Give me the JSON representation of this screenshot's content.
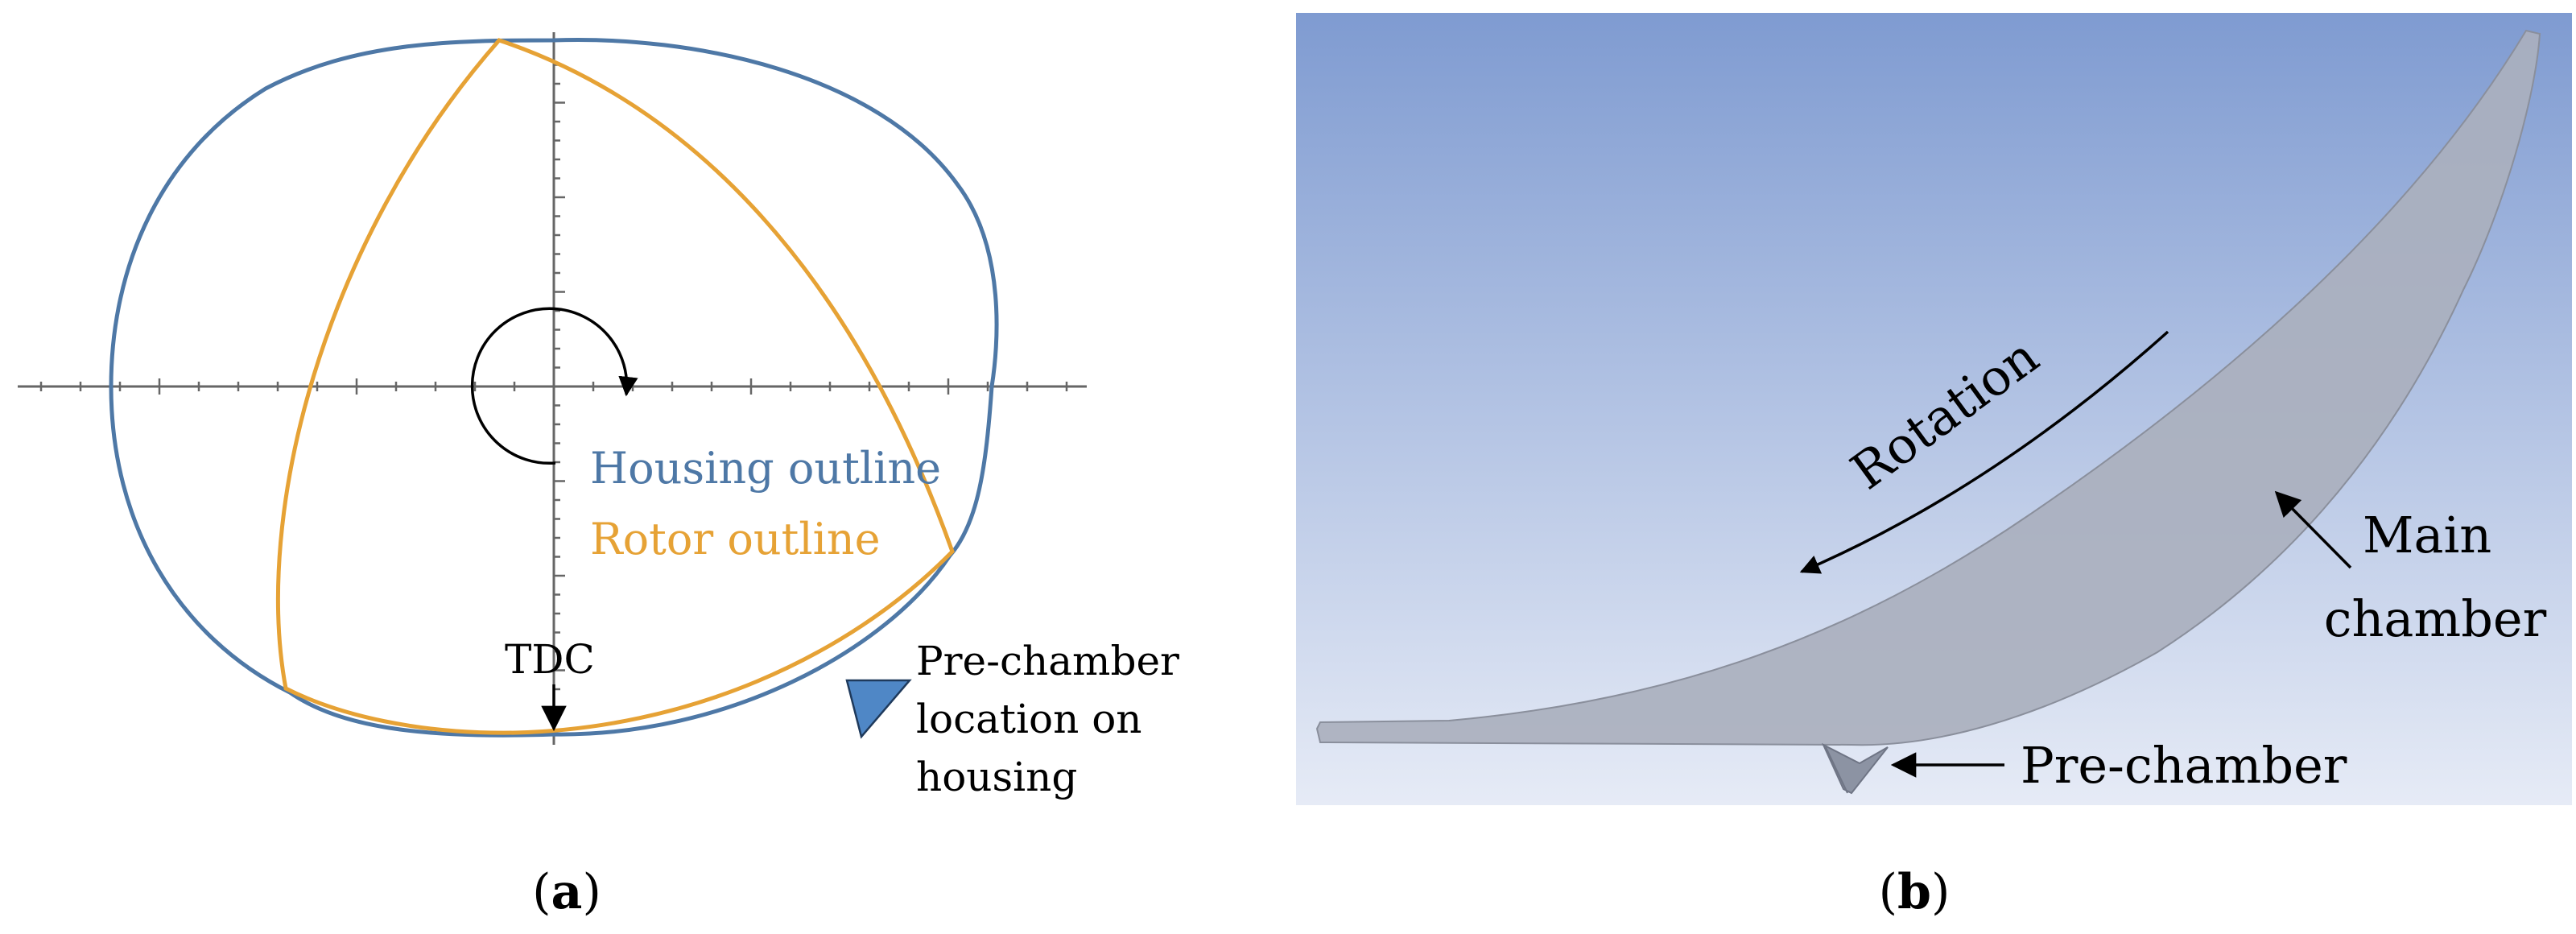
{
  "panel_a": {
    "legend": {
      "housing_label": "Housing outline",
      "rotor_label": "Rotor outline",
      "housing_color": "#4e78a6",
      "rotor_color": "#e6a235"
    },
    "tdc_label": "TDC",
    "prechamber_marker_color": "#4f87c6",
    "prechamber_label_lines": [
      "Pre-chamber",
      "location on",
      "housing"
    ],
    "caption_open": "(",
    "caption_letter": "a",
    "caption_close": ")"
  },
  "panel_b": {
    "rotation_label": "Rotation",
    "main_chamber_label_lines": [
      "Main",
      "chamber"
    ],
    "prechamber_label": "Pre-chamber",
    "background_top_color": "#7f9bd1",
    "background_bottom_color": "#e6ebf6",
    "chamber_fill_color": "#aab0be",
    "caption_open": "(",
    "caption_letter": "b",
    "caption_close": ")"
  }
}
